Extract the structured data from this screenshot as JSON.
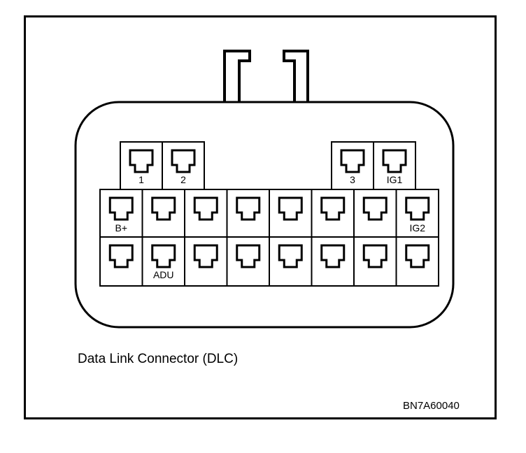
{
  "caption": "Data Link Connector (DLC)",
  "figure_id": "BN7A60040",
  "top_row": {
    "left_block": [
      "1",
      "2"
    ],
    "right_block": [
      "3",
      "IG1"
    ]
  },
  "middle_row": [
    "B+",
    "",
    "",
    "",
    "",
    "",
    "",
    "IG2"
  ],
  "bottom_row": [
    "",
    "ADU",
    "",
    "",
    "",
    "",
    "",
    ""
  ]
}
